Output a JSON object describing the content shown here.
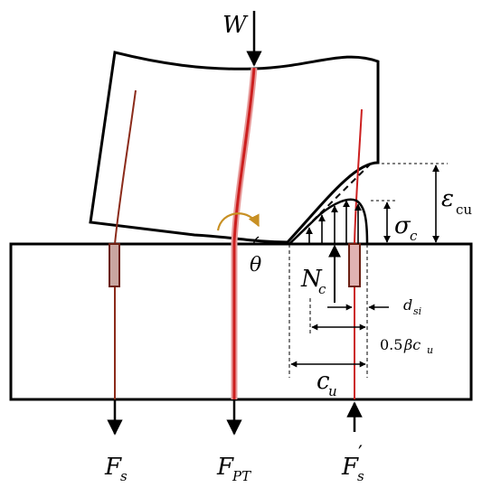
{
  "labels": {
    "W": "W",
    "F_s": "F",
    "F_s_sub": "s",
    "F_PT": "F",
    "F_PT_sub": "PT",
    "F_s_prime": "F",
    "F_s_prime_sub": "s",
    "F_s_prime_mark": "′",
    "N_c": "N",
    "N_c_sub": "c",
    "c_u": "c",
    "c_u_sub": "u",
    "theta": "θ",
    "sigma_c": "σ",
    "sigma_c_sub": "c",
    "epsilon_cu": "ε",
    "epsilon_cu_sub": "cu",
    "d_si": "d",
    "d_si_sub": "si",
    "half_beta_cu_coef": "0.5",
    "half_beta_cu_beta": "βc",
    "half_beta_cu_sub": "u"
  },
  "colors": {
    "line": "#000000",
    "rebar": "#8b2b1a",
    "tendon": "#cc1f1f",
    "rotation_arrow": "#c89024"
  }
}
